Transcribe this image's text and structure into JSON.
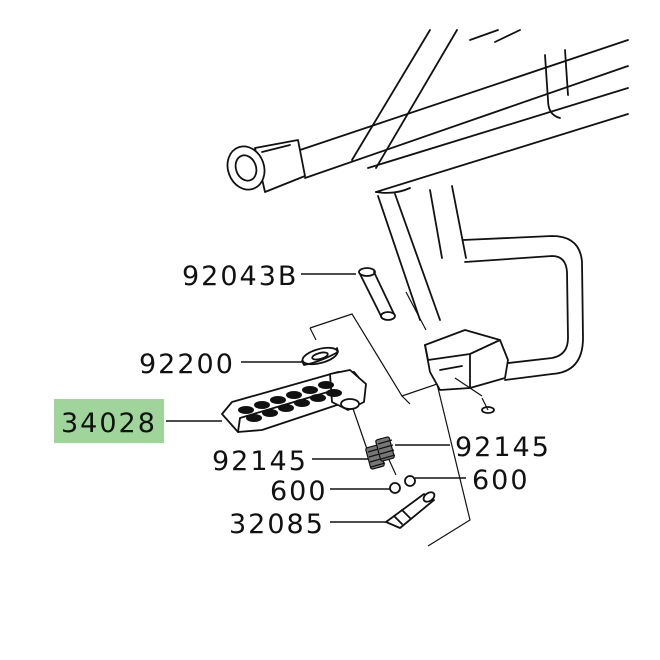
{
  "diagram": {
    "highlight_color": "#9fd49a",
    "line_color": "#111111",
    "background": "#ffffff",
    "labels": [
      {
        "id": "92043B",
        "text": "92043B"
      },
      {
        "id": "92200",
        "text": "92200"
      },
      {
        "id": "34028",
        "text": "34028",
        "highlighted": true
      },
      {
        "id": "92145-right",
        "text": "92145"
      },
      {
        "id": "92145-left",
        "text": "92145"
      },
      {
        "id": "600-right",
        "text": "600"
      },
      {
        "id": "600-left",
        "text": "600"
      },
      {
        "id": "32085",
        "text": "32085"
      }
    ]
  }
}
